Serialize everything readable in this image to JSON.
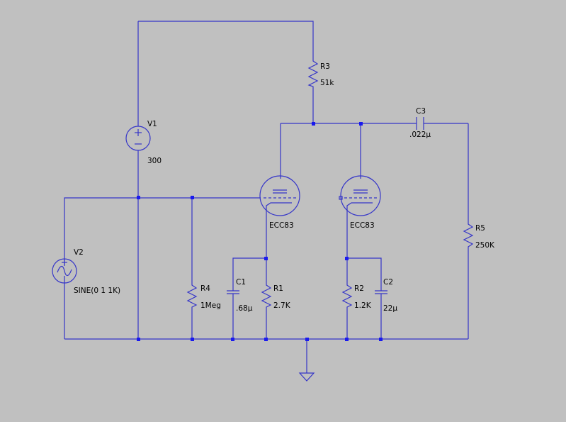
{
  "components": {
    "V1": {
      "name": "V1",
      "value": "300"
    },
    "V2": {
      "name": "V2",
      "value": "SINE(0 1 1K)"
    },
    "R1": {
      "name": "R1",
      "value": "2.7K"
    },
    "R2": {
      "name": "R2",
      "value": "1.2K"
    },
    "R3": {
      "name": "R3",
      "value": "51k"
    },
    "R4": {
      "name": "R4",
      "value": "1Meg"
    },
    "R5": {
      "name": "R5",
      "value": "250K"
    },
    "C1": {
      "name": "C1",
      "value": ".68µ"
    },
    "C2": {
      "name": "C2",
      "value": "22µ"
    },
    "C3": {
      "name": "C3",
      "value": ".022µ"
    },
    "U1": {
      "value": "ECC83"
    },
    "U2": {
      "value": "ECC83"
    }
  },
  "colors": {
    "background": "#c0c0c0",
    "wire": "#3535c8",
    "junction": "#1a1aee"
  }
}
